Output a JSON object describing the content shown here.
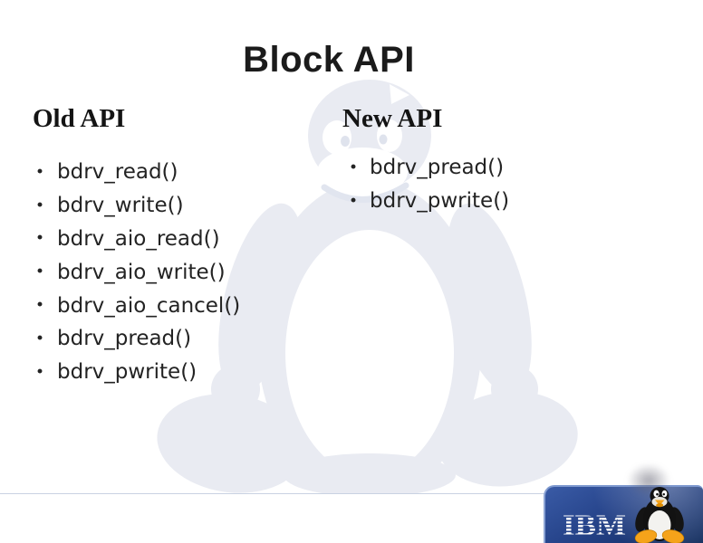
{
  "slide": {
    "title": "Block API",
    "columns": {
      "old": {
        "heading": "Old API",
        "items": [
          "bdrv_read()",
          "bdrv_write()",
          "bdrv_aio_read()",
          "bdrv_aio_write()",
          "bdrv_aio_cancel()",
          "bdrv_pread()",
          "bdrv_pwrite()"
        ]
      },
      "new": {
        "heading": "New API",
        "items": [
          "bdrv_pread()",
          "bdrv_pwrite()"
        ]
      }
    },
    "footer": {
      "brand": "IBM"
    },
    "icons": {
      "watermark": "tux-penguin-watermark",
      "mascot": "tux-penguin-icon",
      "brand_logo": "ibm-8-bar-logo"
    },
    "colors": {
      "text": "#1c1c1c",
      "watermark_gray": "#e9ebf2",
      "bar_dark": "#2b3a58",
      "bar_light": "#99add2",
      "panel_blue": "#24417f",
      "tux_orange": "#f5a31a"
    }
  }
}
